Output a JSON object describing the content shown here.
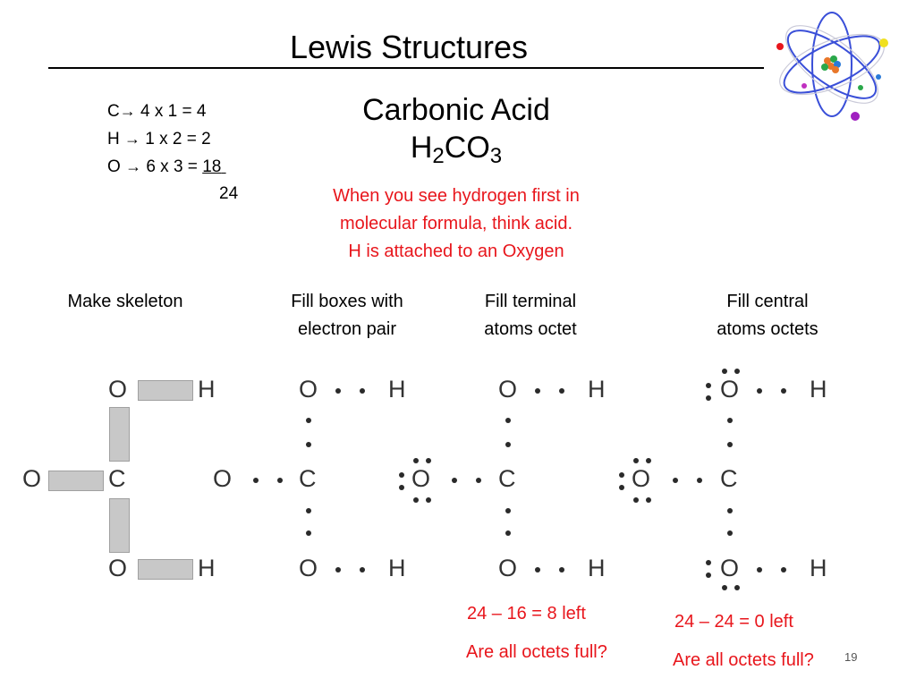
{
  "slide": {
    "title": "Lewis Structures",
    "page_number": "19"
  },
  "electron_count": {
    "c_sym": "C",
    "c_rest": " 4 x 1 = 4",
    "h_sym": "H ",
    "h_rest": " 1 x 2 = 2",
    "o_sym": "O ",
    "o_rest": " 6 x 3 = ",
    "o_value": "18",
    "total": "24",
    "arrow": "→"
  },
  "molecule": {
    "name": "Carbonic Acid",
    "formula_p1": "H",
    "formula_s1": "2",
    "formula_p2": "CO",
    "formula_s2": "3"
  },
  "note": {
    "line1": "When you see hydrogen first in",
    "line2": "molecular formula, think acid.",
    "line3": "H is attached to an Oxygen"
  },
  "steps": {
    "s1": "Make skeleton",
    "s2_l1": "Fill boxes with",
    "s2_l2": "electron pair",
    "s3_l1": "Fill terminal",
    "s3_l2": "atoms octet",
    "s4_l1": "Fill central",
    "s4_l2": "atoms octets"
  },
  "atoms": {
    "O": "O",
    "H": "H",
    "C": "C"
  },
  "results": {
    "r3_line1": "24 – 16 = 8 left",
    "r3_line2": "Are all octets full?",
    "r4_line1": "24 – 24 = 0 left",
    "r4_line2": "Are all octets full?"
  },
  "colors": {
    "accent_red": "#e8161c",
    "atom_gray": "#333333",
    "box_gray": "#c8c8c8"
  }
}
